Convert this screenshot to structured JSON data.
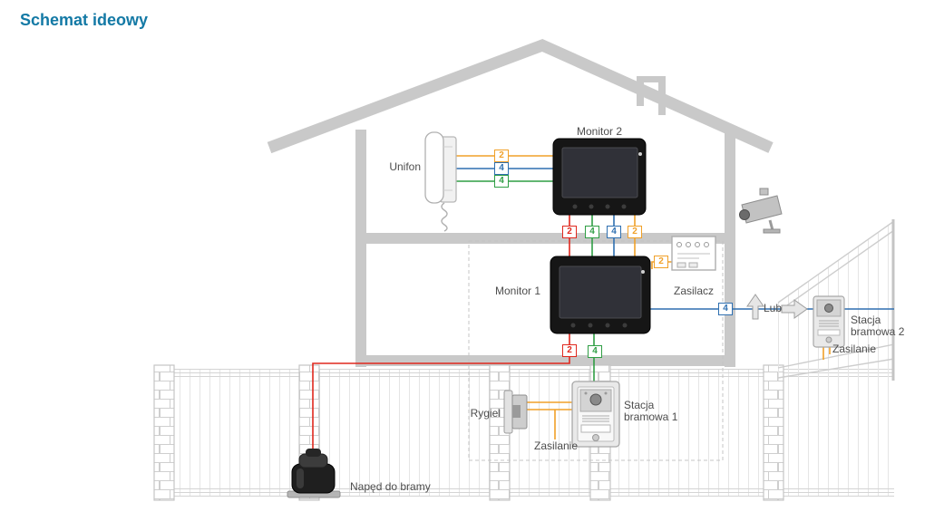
{
  "title": "Schemat ideowy",
  "colors": {
    "title": "#1379a5",
    "wire_red": "#e0281e",
    "wire_green": "#2f9e44",
    "wire_blue": "#2e6fb0",
    "wire_orange": "#f0a028",
    "structure_gray": "#c9c9c9"
  },
  "labels": {
    "unifon": "Unifon",
    "monitor_2": "Monitor 2",
    "monitor_1": "Monitor 1",
    "zasilacz": "Zasilacz",
    "lub": "Lub",
    "stacja_bramowa_2": [
      "Stacja",
      "bramowa 2"
    ],
    "zasilanie_stacja_2": "Zasilanie",
    "stacja_bramowa_1": [
      "Stacja",
      "bramowa 1"
    ],
    "rygiel": "Rygiel",
    "zasilanie_stacja_1": "Zasilanie",
    "naped_do_bramy": "Napęd do bramy"
  },
  "wire_tags": {
    "unifon_to_monitor2": [
      {
        "value": "2",
        "color": "orange"
      },
      {
        "value": "4",
        "color": "blue"
      },
      {
        "value": "4",
        "color": "green"
      }
    ],
    "monitor2_to_monitor1": [
      {
        "value": "2",
        "color": "red"
      },
      {
        "value": "4",
        "color": "green"
      },
      {
        "value": "4",
        "color": "blue"
      },
      {
        "value": "2",
        "color": "orange"
      }
    ],
    "zasilacz_to_monitor1": [
      {
        "value": "2",
        "color": "orange"
      }
    ],
    "monitor1_to_gate": [
      {
        "value": "2",
        "color": "red"
      },
      {
        "value": "4",
        "color": "green"
      }
    ],
    "monitor1_to_stacja2": [
      {
        "value": "4",
        "color": "blue"
      }
    ]
  }
}
